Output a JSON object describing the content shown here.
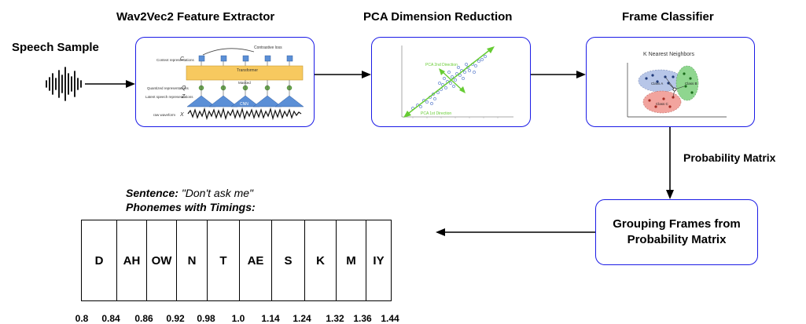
{
  "titles": {
    "extractor": "Wav2Vec2 Feature Extractor",
    "pca": "PCA Dimension Reduction",
    "classifier": "Frame Classifier"
  },
  "speech_sample_label": "Speech Sample",
  "probability_matrix_label": "Probability Matrix",
  "grouping_box": {
    "line1": "Grouping Frames from",
    "line2": "Probability Matrix"
  },
  "sentence": {
    "label": "Sentence:",
    "text": "\"Don't ask me\""
  },
  "phonemes_label": "Phonemes with Timings:",
  "phonemes": [
    "D",
    "AH",
    "OW",
    "N",
    "T",
    "AE",
    "S",
    "K",
    "M",
    "IY"
  ],
  "timings": [
    "0.8",
    "0.84",
    "0.86",
    "0.92",
    "0.98",
    "1.0",
    "1.14",
    "1.24",
    "1.32",
    "1.36",
    "1.44"
  ],
  "wav2vec_figure": {
    "context_label": "Context representations",
    "context_symbol": "C",
    "quantized_label": "Quantized representations",
    "quantized_symbol": "Q",
    "latent_label": "Latent speech representations",
    "latent_symbol": "Z",
    "raw_label": "raw waveform",
    "raw_symbol": "X",
    "transformer": "Transformer",
    "masked": "Masked",
    "cnn": "CNN",
    "contrastive_loss": "Contrastive loss"
  },
  "pca_figure": {
    "second_direction": "PCA 2nd Direction",
    "first_direction": "PCA 1st Direction"
  },
  "knn_figure": {
    "title": "K Nearest Neighbors",
    "class_a": "Class A",
    "class_b": "Class B",
    "class_c": "Class C"
  },
  "colors": {
    "box_border": "#1a1ae6",
    "transformer_fill": "#f7c95f",
    "cnn_fill": "#5b8fd6",
    "pca_green": "#66cc33",
    "class_a_fill": "#b7c6e8",
    "class_b_fill": "#8fd68f",
    "class_c_fill": "#f2a49e"
  }
}
